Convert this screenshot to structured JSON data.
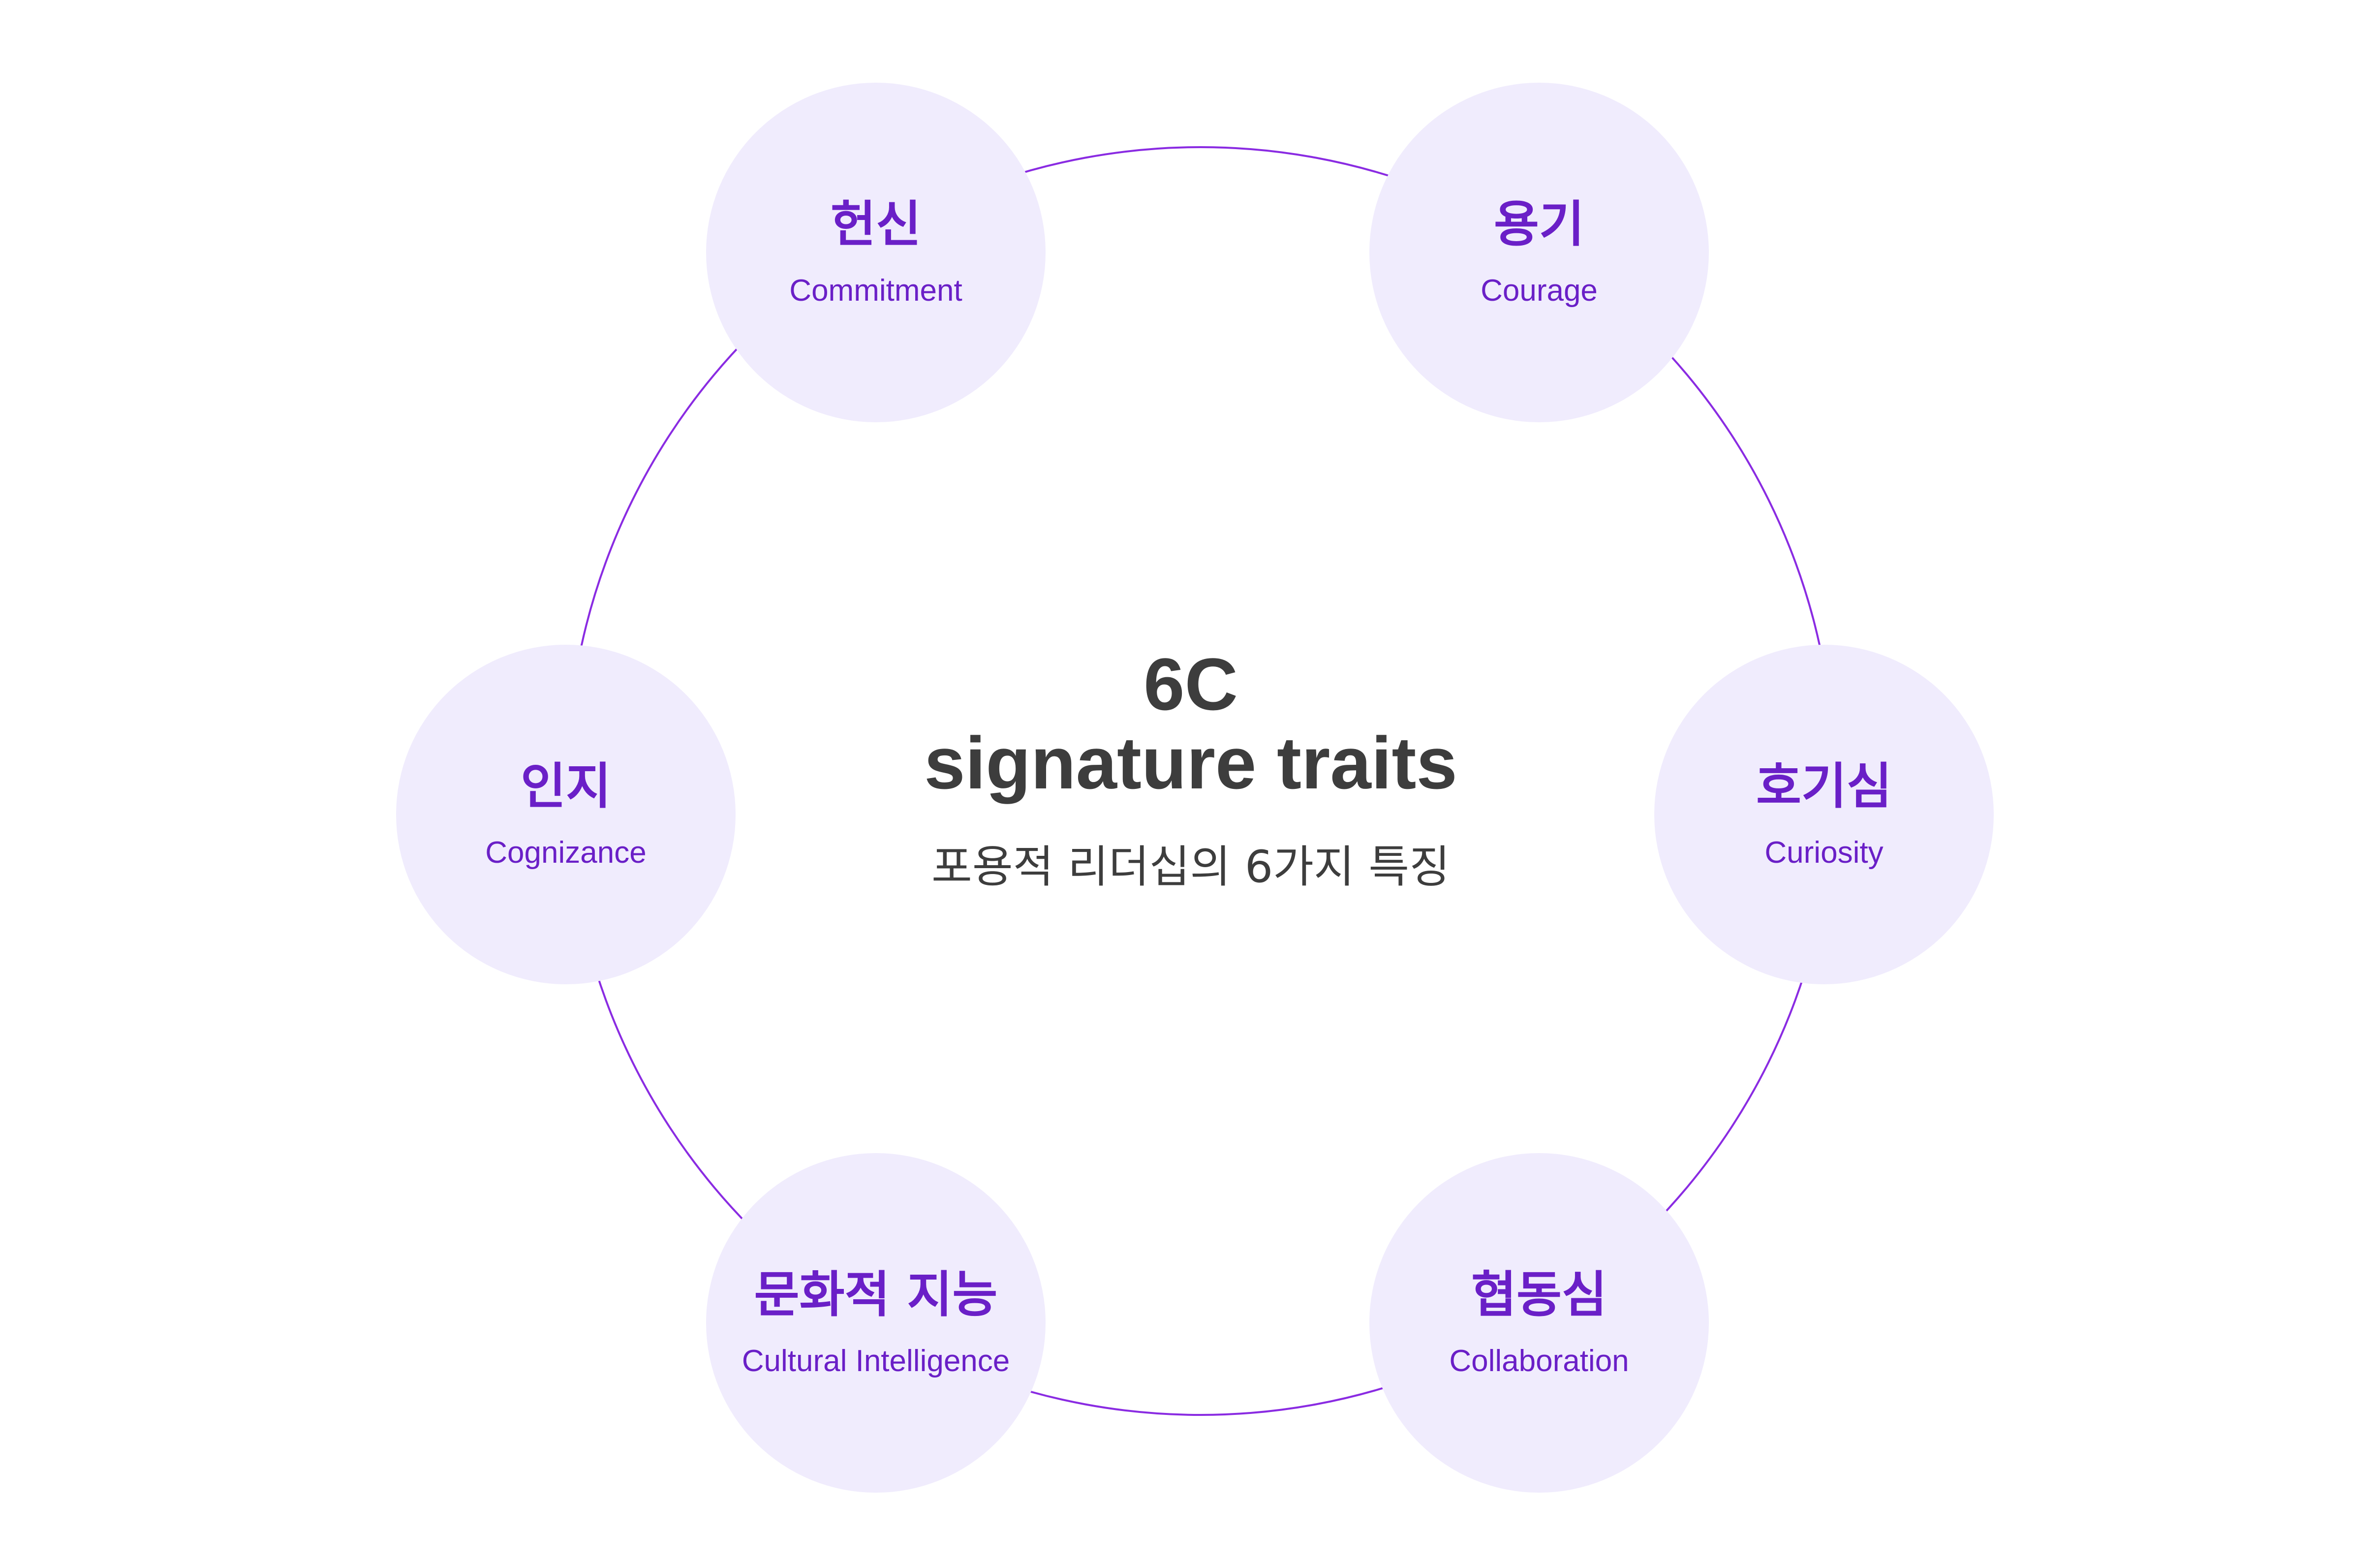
{
  "center": {
    "title_line1": "6C",
    "title_line2": "signature traits",
    "subtitle": "포용적 리더십의 6가지 특징"
  },
  "nodes": [
    {
      "id": "commitment",
      "ko": "헌신",
      "en": "Commitment"
    },
    {
      "id": "courage",
      "ko": "용기",
      "en": "Courage"
    },
    {
      "id": "cognizance",
      "ko": "인지",
      "en": "Cognizance"
    },
    {
      "id": "curiosity",
      "ko": "호기심",
      "en": "Curiosity"
    },
    {
      "id": "cultural-intelligence",
      "ko": "문화적 지능",
      "en": "Cultural Intelligence"
    },
    {
      "id": "collaboration",
      "ko": "협동심",
      "en": "Collaboration"
    }
  ],
  "colors": {
    "ring": "#8a2be2",
    "node_fill": "#f0ecfd",
    "node_text": "#6a1fc7",
    "center_text": "#3d3d3d",
    "background": "#ffffff"
  }
}
